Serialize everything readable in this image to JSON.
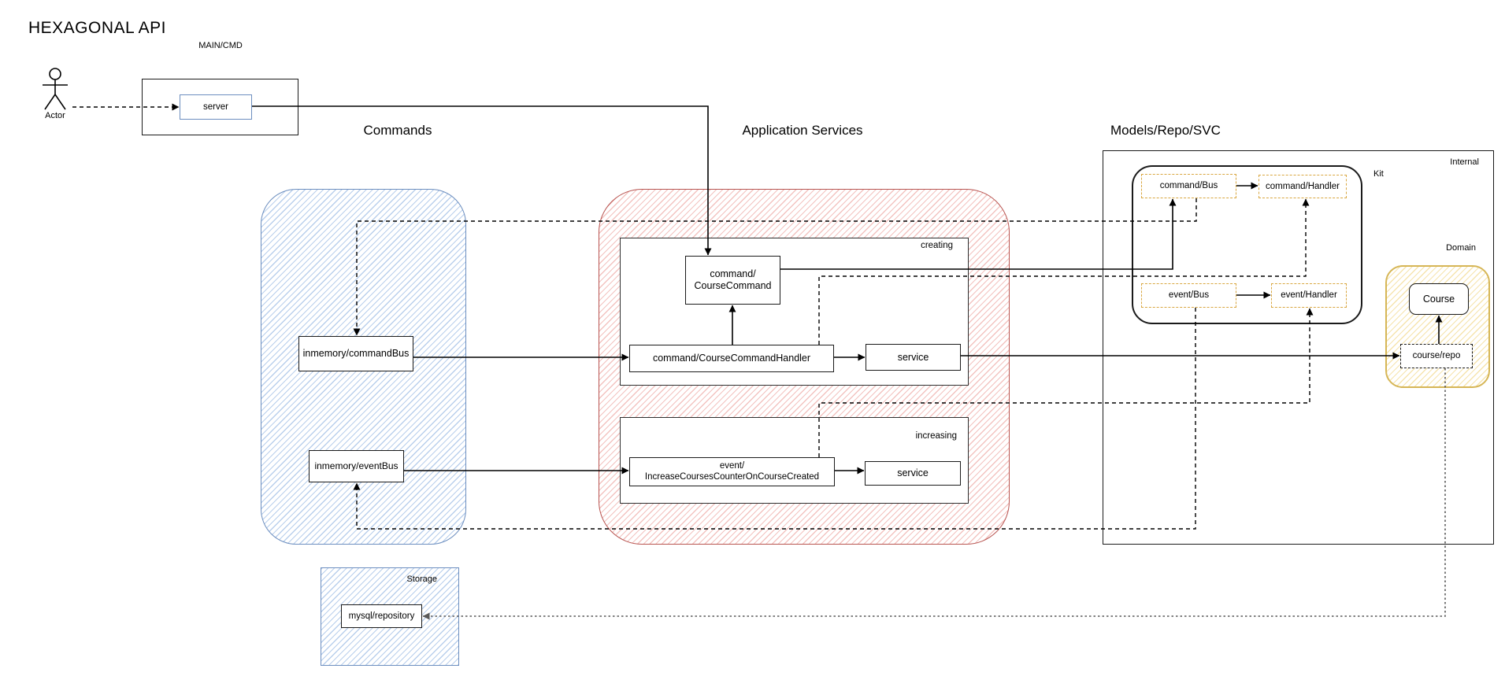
{
  "title": "HEXAGONAL API",
  "headers": {
    "commands": "Commands",
    "app_services": "Application Services",
    "models": "Models/Repo/SVC"
  },
  "actor": {
    "label": "Actor"
  },
  "main_cmd": {
    "label": "MAIN/CMD",
    "server": "server"
  },
  "commands": {
    "command_bus": "inmemory/commandBus",
    "event_bus": "inmemory/eventBus"
  },
  "app_services": {
    "creating": {
      "label": "creating",
      "command_line1": "command/",
      "command_line2": "CourseCommand",
      "handler": "command/CourseCommandHandler",
      "service": "service"
    },
    "increasing": {
      "label": "increasing",
      "event_line1": "event/",
      "event_line2": "IncreaseCoursesCounterOnCourseCreated",
      "service": "service"
    }
  },
  "internal": {
    "label": "Internal",
    "kit": {
      "label": "Kit",
      "command_bus": "command/Bus",
      "command_handler": "command/Handler",
      "event_bus": "event/Bus",
      "event_handler": "event/Handler"
    },
    "domain": {
      "label": "Domain",
      "course": "Course",
      "course_repo": "course/repo"
    }
  },
  "storage": {
    "label": "Storage",
    "mysql": "mysql/repository"
  },
  "colors": {
    "blue_border": "#6c8ebf",
    "blue_hatch": "#b9cfec",
    "red_border": "#b85450",
    "red_hatch": "#f3c3c0",
    "yellow_border": "#d6b656",
    "yellow_hatch": "#f6e4ae"
  }
}
